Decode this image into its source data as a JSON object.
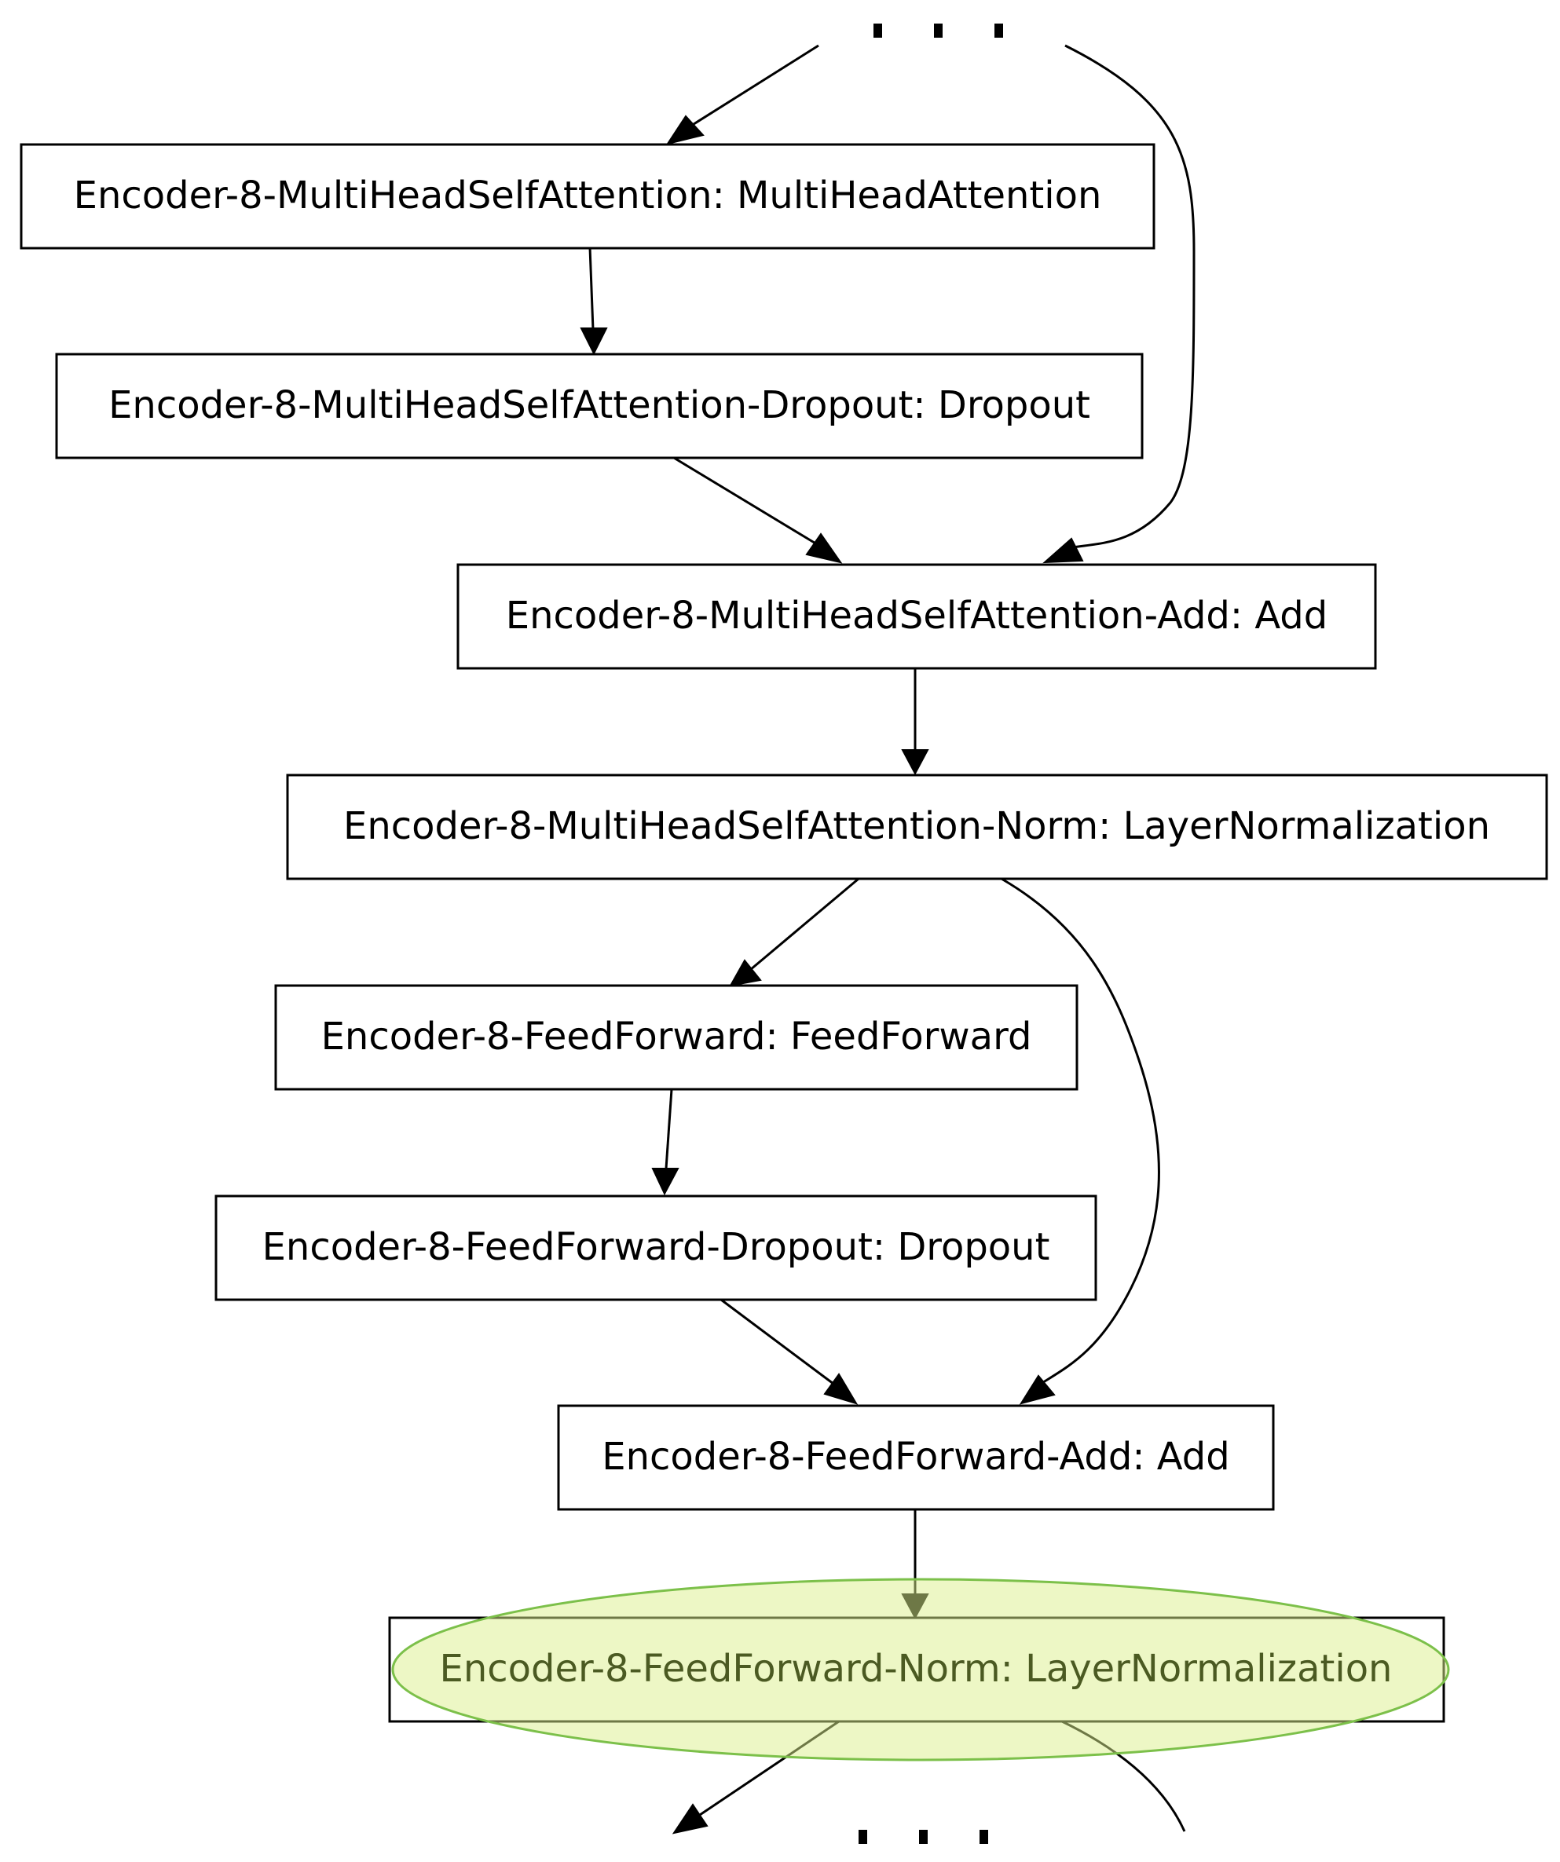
{
  "nodes": [
    {
      "id": "mhsa",
      "label": "Encoder-8-MultiHeadSelfAttention: MultiHeadAttention"
    },
    {
      "id": "mhsa_dropout",
      "label": "Encoder-8-MultiHeadSelfAttention-Dropout: Dropout"
    },
    {
      "id": "mhsa_add",
      "label": "Encoder-8-MultiHeadSelfAttention-Add: Add"
    },
    {
      "id": "mhsa_norm",
      "label": "Encoder-8-MultiHeadSelfAttention-Norm: LayerNormalization"
    },
    {
      "id": "ff",
      "label": "Encoder-8-FeedForward: FeedForward"
    },
    {
      "id": "ff_dropout",
      "label": "Encoder-8-FeedForward-Dropout: Dropout"
    },
    {
      "id": "ff_add",
      "label": "Encoder-8-FeedForward-Add: Add"
    },
    {
      "id": "ff_norm",
      "label": "Encoder-8-FeedForward-Norm: LayerNormalization",
      "highlighted": true
    }
  ],
  "edges": [
    {
      "from": "top-ellipsis",
      "to": "mhsa"
    },
    {
      "from": "top-ellipsis",
      "to": "mhsa_add"
    },
    {
      "from": "mhsa",
      "to": "mhsa_dropout"
    },
    {
      "from": "mhsa_dropout",
      "to": "mhsa_add"
    },
    {
      "from": "mhsa_add",
      "to": "mhsa_norm"
    },
    {
      "from": "mhsa_norm",
      "to": "ff"
    },
    {
      "from": "mhsa_norm",
      "to": "ff_add"
    },
    {
      "from": "ff",
      "to": "ff_dropout"
    },
    {
      "from": "ff_dropout",
      "to": "ff_add"
    },
    {
      "from": "ff_add",
      "to": "ff_norm"
    },
    {
      "from": "ff_norm",
      "to": "bottom-ellipsis"
    }
  ],
  "colors": {
    "highlight_fill": "#eef5c0",
    "highlight_stroke": "#7cc04a",
    "highlight_text": "#4b5a22"
  }
}
